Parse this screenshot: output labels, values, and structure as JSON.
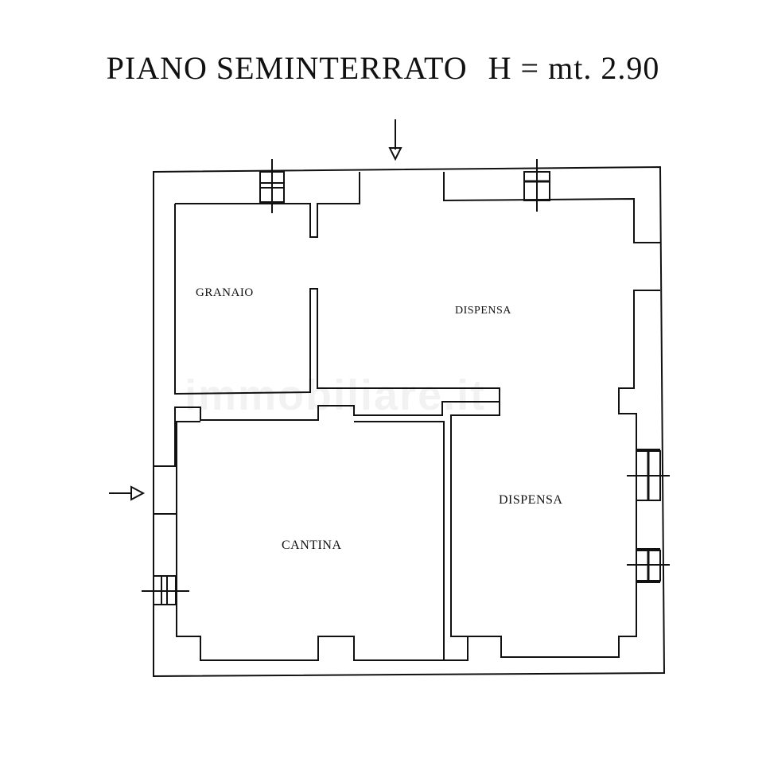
{
  "plan": {
    "title_floor": "PIANO SEMINTERRATO",
    "title_height": "H = mt. 2.90"
  },
  "rooms": {
    "granaio": "GRANAIO",
    "dispensa_upper": "DISPENSA",
    "dispensa_lower": "DISPENSA",
    "cantina": "CANTINA"
  },
  "watermark": "immobiliare.it",
  "colors": {
    "ink": "#111111",
    "paper": "#ffffff"
  }
}
